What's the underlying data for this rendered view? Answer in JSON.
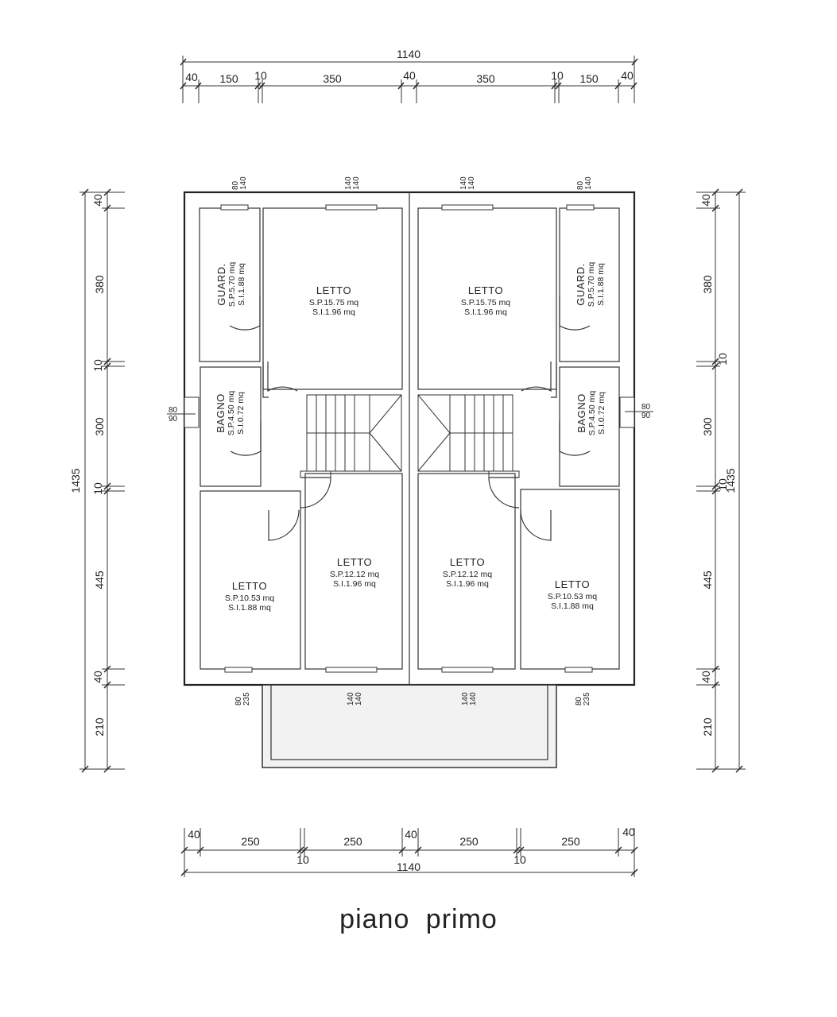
{
  "title": "piano primo",
  "dimensions": {
    "top_total": "1140",
    "top_segments": [
      "40",
      "150",
      "10",
      "350",
      "40",
      "350",
      "10",
      "150",
      "40"
    ],
    "bottom_total": "1140",
    "bottom_segments_upper": [
      "40",
      "250",
      "250",
      "40",
      "250",
      "250",
      "40"
    ],
    "bottom_segments_lower": [
      "10",
      "10"
    ],
    "left_total": "1435",
    "left_segments": [
      "40",
      "380",
      "10",
      "300",
      "10",
      "445",
      "40",
      "210"
    ],
    "right_total": "1435",
    "right_segments": [
      "40",
      "380",
      "10",
      "300",
      "10",
      "445",
      "40",
      "210"
    ]
  },
  "window_labels": {
    "top": [
      "80",
      "140",
      "140",
      "140",
      "140",
      "140",
      "80",
      "140"
    ],
    "bottom": [
      "80",
      "235",
      "140",
      "140",
      "140",
      "140",
      "80",
      "235"
    ],
    "left": [
      "80",
      "90"
    ],
    "right": [
      "80",
      "90"
    ]
  },
  "rooms": [
    {
      "name": "GUARD.",
      "sp": "S.P.5.70 mq",
      "si": "S.I.1.88 mq"
    },
    {
      "name": "LETTO",
      "sp": "S.P.15.75 mq",
      "si": "S.I.1.96 mq"
    },
    {
      "name": "LETTO",
      "sp": "S.P.15.75 mq",
      "si": "S.I.1.96 mq"
    },
    {
      "name": "GUARD.",
      "sp": "S.P.5.70 mq",
      "si": "S.I.1.88 mq"
    },
    {
      "name": "BAGNO",
      "sp": "S.P.4.50 mq",
      "si": "S.I.0.72 mq"
    },
    {
      "name": "BAGNO",
      "sp": "S.P.4.50 mq",
      "si": "S.I.0.72 mq"
    },
    {
      "name": "LETTO",
      "sp": "S.P.10.53 mq",
      "si": "S.I.1.88 mq"
    },
    {
      "name": "LETTO",
      "sp": "S.P.12.12 mq",
      "si": "S.I.1.96 mq"
    },
    {
      "name": "LETTO",
      "sp": "S.P.12.12 mq",
      "si": "S.I.1.96 mq"
    },
    {
      "name": "LETTO",
      "sp": "S.P.10.53 mq",
      "si": "S.I.1.88 mq"
    }
  ]
}
